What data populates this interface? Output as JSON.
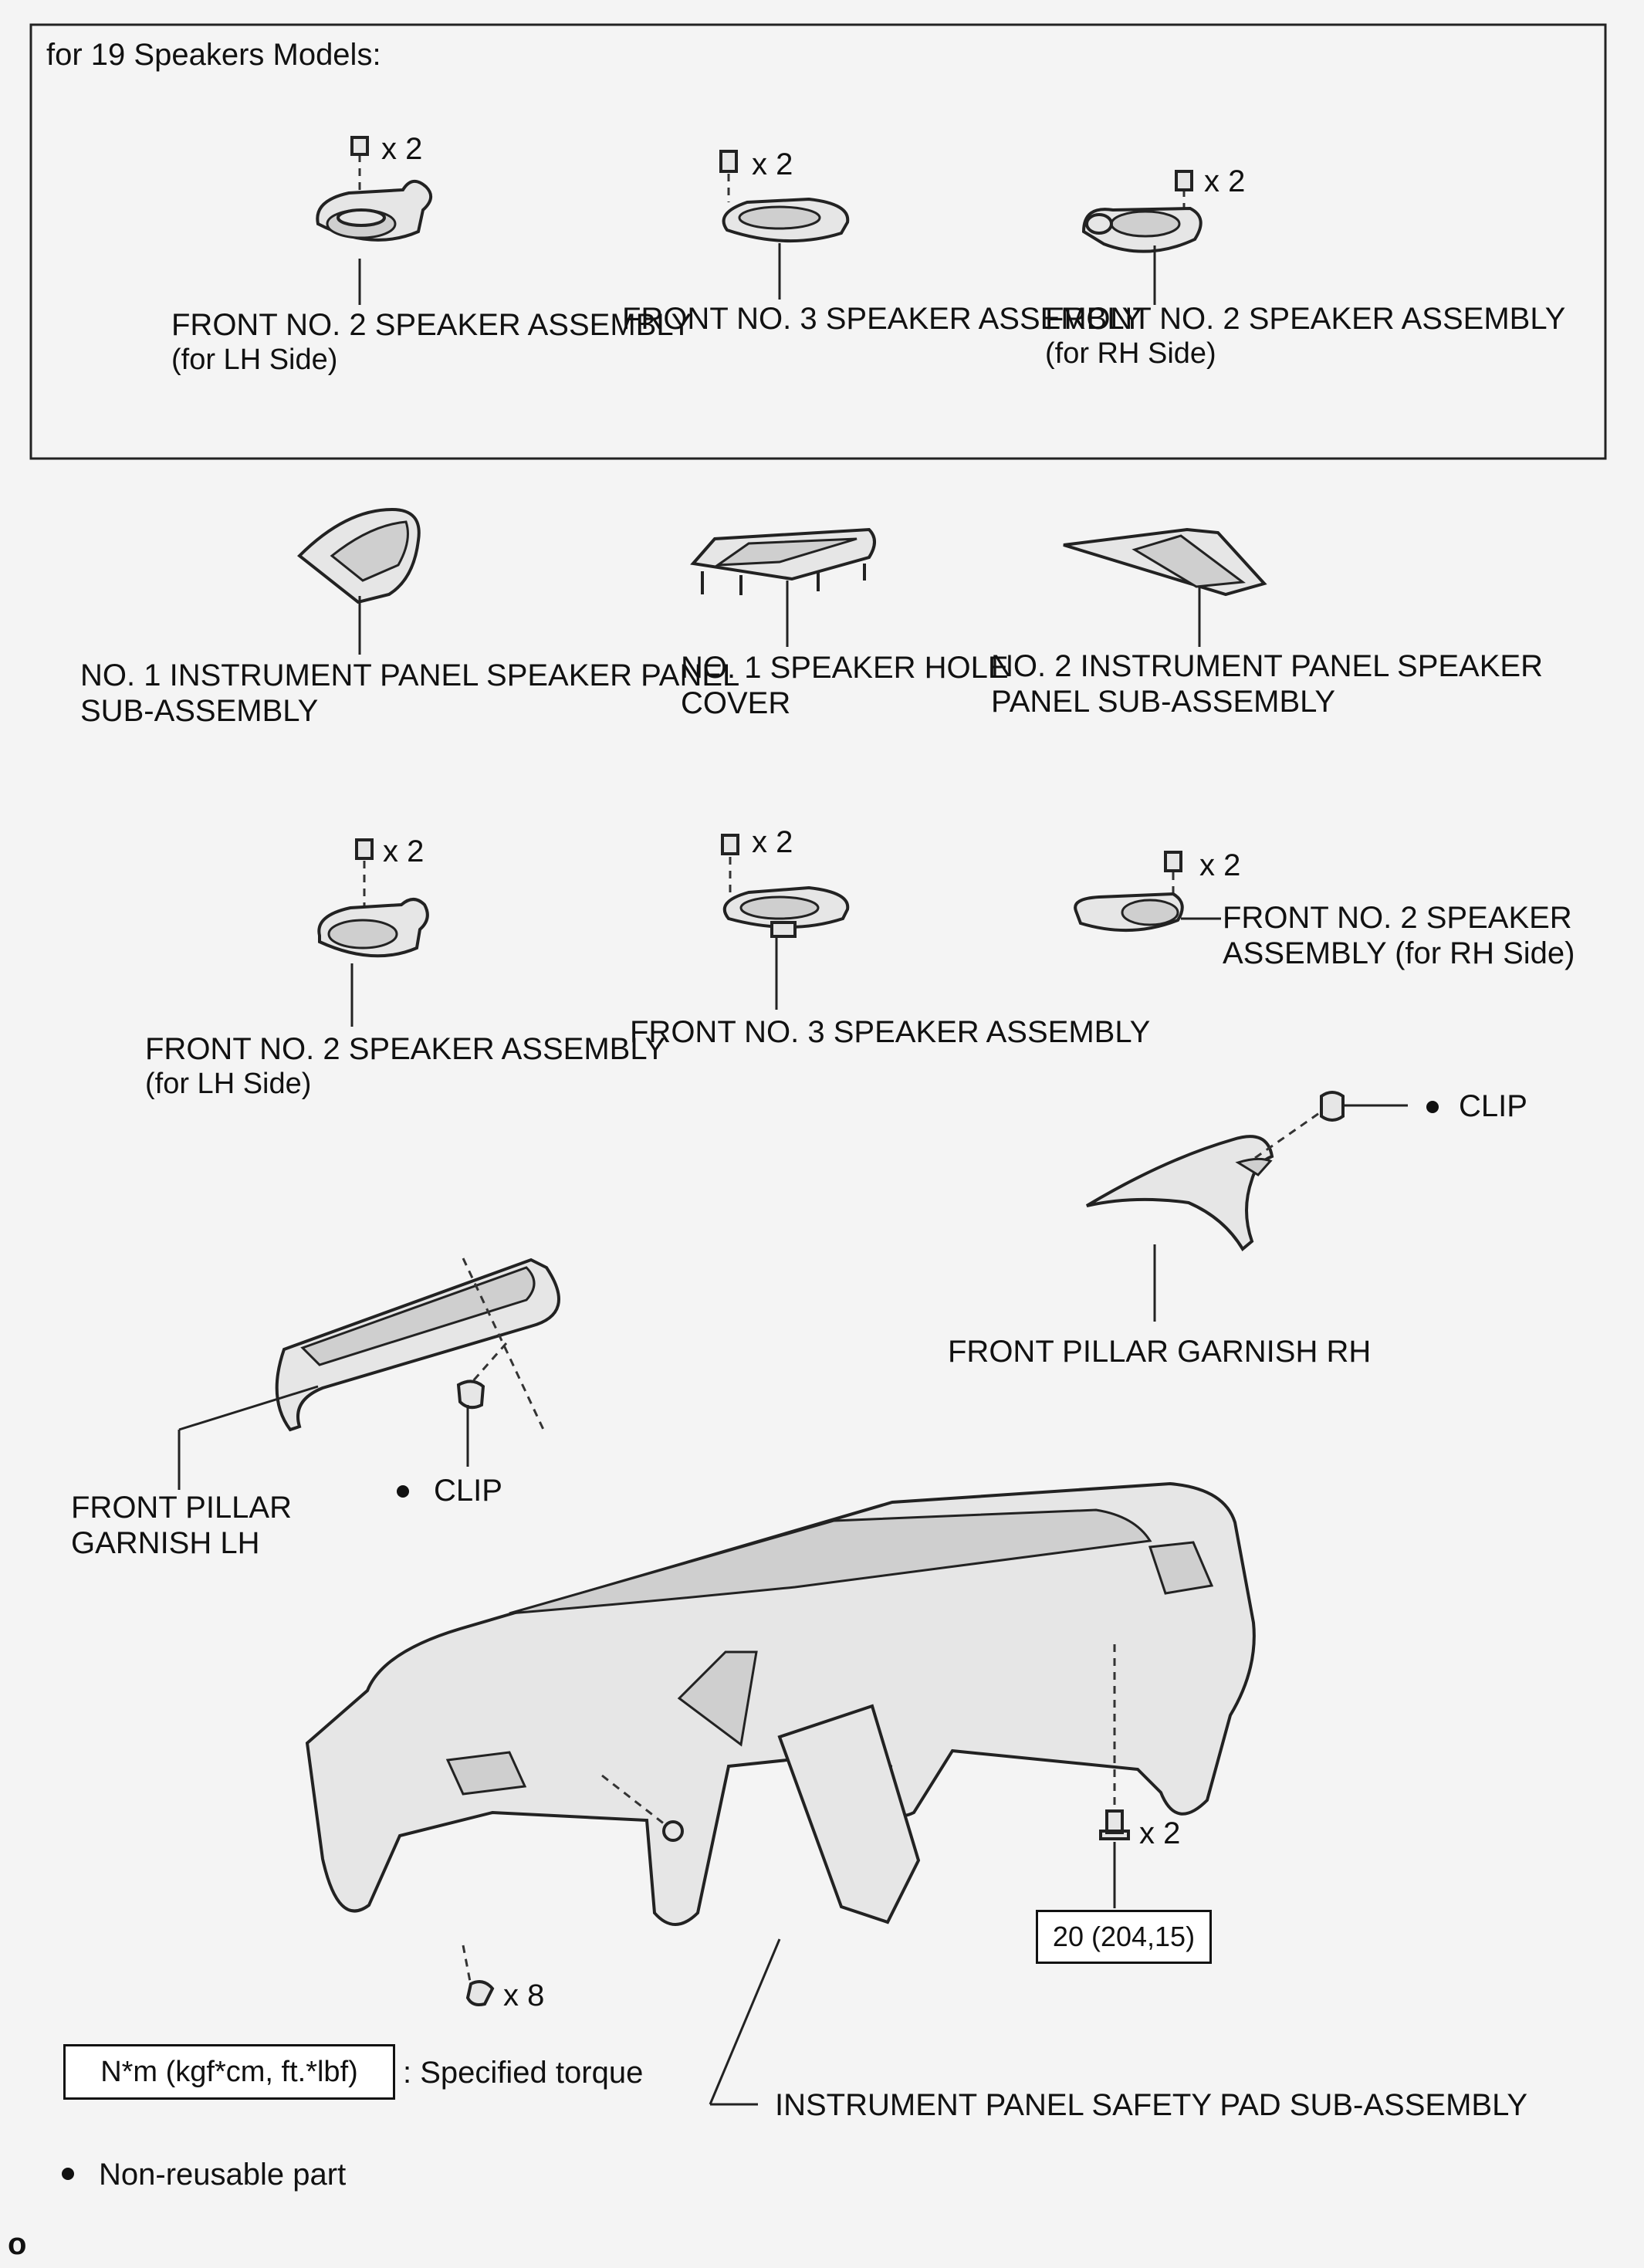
{
  "frame_title": "for 19 Speakers Models:",
  "quantities": {
    "q_box_lh": "x 2",
    "q_box_center": "x 2",
    "q_box_rh": "x 2",
    "q_low_lh": "x 2",
    "q_low_center": "x 2",
    "q_low_rh": "x 2",
    "q_bolt_pad": "x 2",
    "q_bolt_side": "x 8"
  },
  "labels": {
    "box_lh_line1": "FRONT NO. 2 SPEAKER ASSEMBLY",
    "box_lh_line2": "(for LH Side)",
    "box_center": "FRONT NO. 3 SPEAKER ASSEMBLY",
    "box_rh_line1": "FRONT NO. 2 SPEAKER ASSEMBLY",
    "box_rh_line2": "(for RH Side)",
    "panel1_line1": "NO. 1 INSTRUMENT PANEL SPEAKER PANEL",
    "panel1_line2": "SUB-ASSEMBLY",
    "hole_line1": "NO. 1 SPEAKER HOLE",
    "hole_line2": "COVER",
    "panel2_line1": "NO. 2 INSTRUMENT PANEL SPEAKER",
    "panel2_line2": "PANEL SUB-ASSEMBLY",
    "low_lh_line1": "FRONT NO. 2 SPEAKER ASSEMBLY",
    "low_lh_line2": "(for LH Side)",
    "low_center": "FRONT NO. 3 SPEAKER ASSEMBLY",
    "low_rh_line1": "FRONT NO. 2 SPEAKER",
    "low_rh_line2": "ASSEMBLY (for RH Side)",
    "clip_rh": "CLIP",
    "garnish_rh": "FRONT PILLAR GARNISH RH",
    "garnish_lh_line1": "FRONT PILLAR",
    "garnish_lh_line2": "GARNISH LH",
    "clip_lh": "CLIP",
    "safety_pad": "INSTRUMENT PANEL SAFETY PAD SUB-ASSEMBLY"
  },
  "torque_value": "20 (204,15)",
  "legend": {
    "torque_box": "N*m (kgf*cm, ft.*lbf)",
    "torque_text": ": Specified torque",
    "nonreusable_text": "Non-reusable part"
  },
  "corner_mark": "o",
  "colors": {
    "background": "#f4f4f4",
    "line": "#222222"
  }
}
